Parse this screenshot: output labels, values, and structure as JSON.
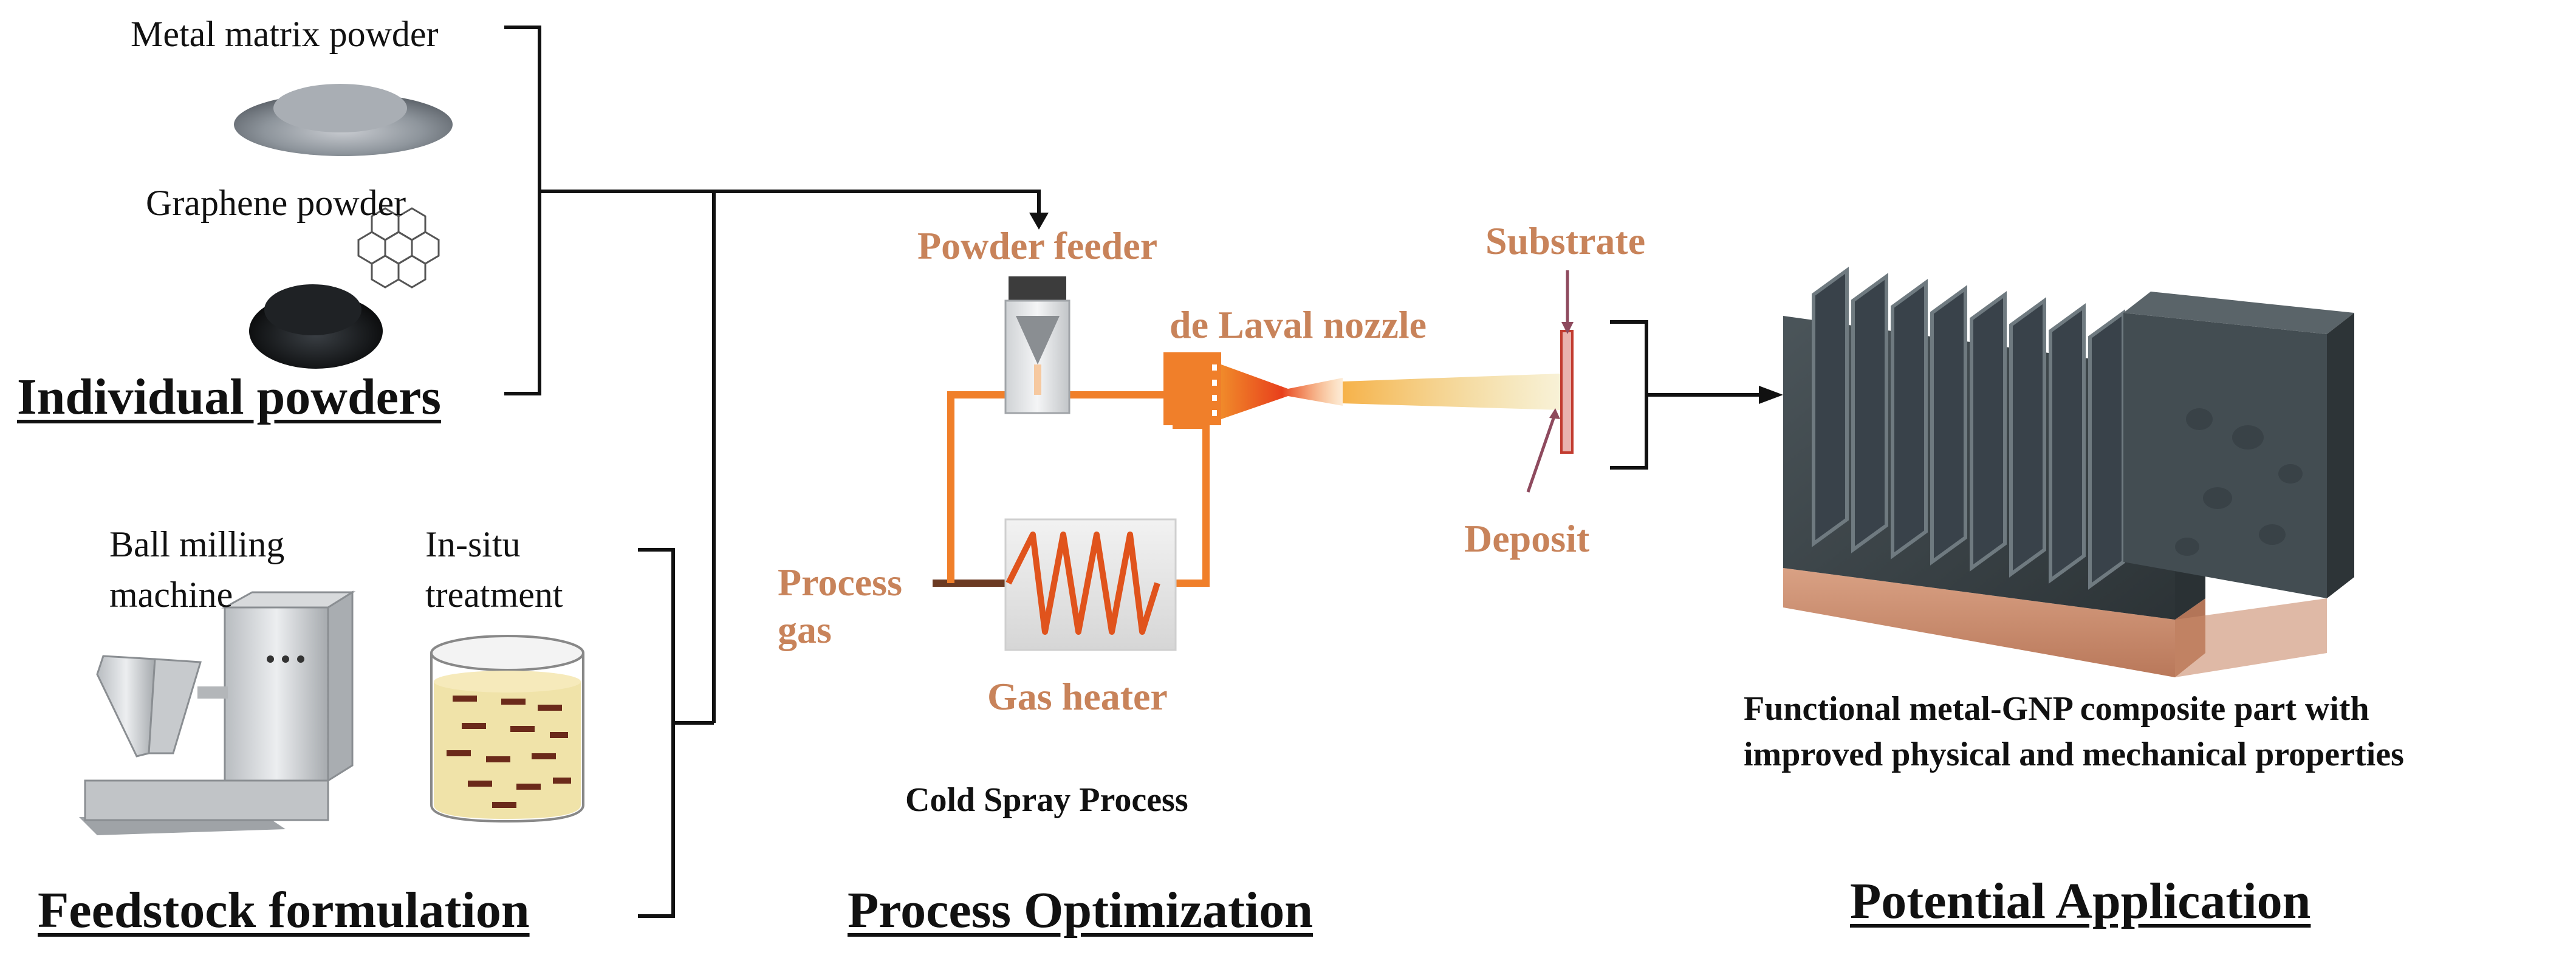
{
  "headings": {
    "individual_powders": "Individual powders",
    "feedstock_formulation": "Feedstock formulation",
    "process_optimization": "Process Optimization",
    "potential_application": "Potential Application"
  },
  "labels": {
    "metal_matrix_powder": "Metal matrix powder",
    "graphene_powder": "Graphene powder",
    "ball_milling_line1": "Ball milling",
    "ball_milling_line2": "machine",
    "insitu_line1": "In-situ",
    "insitu_line2": "treatment",
    "powder_feeder": "Powder feeder",
    "de_laval_nozzle": "de Laval nozzle",
    "substrate": "Substrate",
    "deposit": "Deposit",
    "process_gas_line1": "Process",
    "process_gas_line2": "gas",
    "gas_heater": "Gas heater",
    "cold_spray_process": "Cold Spray Process",
    "application_caption_line1": "Functional metal-GNP composite part with",
    "application_caption_line2": "improved physical and mechanical properties"
  },
  "colors": {
    "process_label": "#c8835a",
    "gas_line": "#f07f2a",
    "heater_coil": "#e0531c",
    "copper_base": "#c98a6a",
    "heat_sink": "#3b4448"
  }
}
